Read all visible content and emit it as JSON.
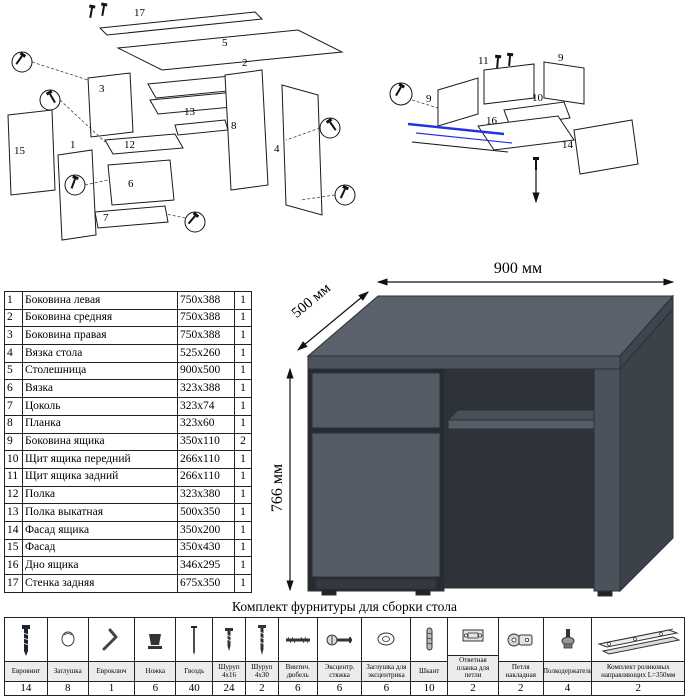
{
  "desk": {
    "width_label": "900 мм",
    "depth_label": "500 мм",
    "height_label": "766 мм",
    "colors": {
      "top": "#5a616b",
      "front": "#565c66",
      "side": "#3c424a",
      "interior": "#2e333a"
    }
  },
  "parts": {
    "rows": [
      {
        "num": "1",
        "name": "Боковина левая",
        "size": "750x388",
        "qty": "1"
      },
      {
        "num": "2",
        "name": "Боковина средняя",
        "size": "750x388",
        "qty": "1"
      },
      {
        "num": "3",
        "name": "Боковина правая",
        "size": "750x388",
        "qty": "1"
      },
      {
        "num": "4",
        "name": "Вязка стола",
        "size": "525x260",
        "qty": "1"
      },
      {
        "num": "5",
        "name": "Столешница",
        "size": "900x500",
        "qty": "1"
      },
      {
        "num": "6",
        "name": "Вязка",
        "size": "323x388",
        "qty": "1"
      },
      {
        "num": "7",
        "name": "Цоколь",
        "size": "323x74",
        "qty": "1"
      },
      {
        "num": "8",
        "name": "Планка",
        "size": "323x60",
        "qty": "1"
      },
      {
        "num": "9",
        "name": "Боковина ящика",
        "size": "350x110",
        "qty": "2"
      },
      {
        "num": "10",
        "name": "Щит ящика передний",
        "size": "266x110",
        "qty": "1"
      },
      {
        "num": "11",
        "name": "Щит ящика задний",
        "size": "266x110",
        "qty": "1"
      },
      {
        "num": "12",
        "name": "Полка",
        "size": "323x380",
        "qty": "1"
      },
      {
        "num": "13",
        "name": "Полка выкатная",
        "size": "500x350",
        "qty": "1"
      },
      {
        "num": "14",
        "name": "Фасад ящика",
        "size": "350x200",
        "qty": "1"
      },
      {
        "num": "15",
        "name": "Фасад",
        "size": "350x430",
        "qty": "1"
      },
      {
        "num": "16",
        "name": "Дно ящика",
        "size": "346x295",
        "qty": "1"
      },
      {
        "num": "17",
        "name": "Стенка задняя",
        "size": "675x350",
        "qty": "1"
      }
    ]
  },
  "diagram_left": {
    "labels": [
      "17",
      "5",
      "3",
      "13",
      "12",
      "6",
      "7",
      "15",
      "1",
      "2",
      "4",
      "8"
    ]
  },
  "diagram_right": {
    "labels": [
      "9",
      "11",
      "9",
      "10",
      "16",
      "14"
    ],
    "rail_color": "#2233dd"
  },
  "hardware": {
    "title": "Комплект фурнитуры для сборки стола",
    "items": [
      {
        "name": "Евровинт",
        "qty": "14",
        "icon": "confirmat-screw-icon"
      },
      {
        "name": "Заглушка",
        "qty": "8",
        "icon": "plug-icon"
      },
      {
        "name": "Евроключ",
        "qty": "1",
        "icon": "hex-key-icon"
      },
      {
        "name": "Ножка",
        "qty": "6",
        "icon": "leg-icon"
      },
      {
        "name": "Гвоздь",
        "qty": "40",
        "icon": "nail-icon"
      },
      {
        "name": "Шуруп 4x16",
        "qty": "24",
        "icon": "screw-short-icon"
      },
      {
        "name": "Шуруп 4x30",
        "qty": "2",
        "icon": "screw-long-icon"
      },
      {
        "name": "Винтич. дюбель",
        "qty": "6",
        "icon": "dowel-screw-icon"
      },
      {
        "name": "Эксцентр. стяжка",
        "qty": "6",
        "icon": "cam-bolt-icon"
      },
      {
        "name": "Заглушка для эксцентрика",
        "qty": "6",
        "icon": "cam-cover-icon"
      },
      {
        "name": "Шкант",
        "qty": "10",
        "icon": "wood-dowel-icon"
      },
      {
        "name": "Ответная планка для петли",
        "qty": "2",
        "icon": "hinge-plate-icon"
      },
      {
        "name": "Петля накладная",
        "qty": "2",
        "icon": "hinge-icon"
      },
      {
        "name": "Полкодержатель",
        "qty": "4",
        "icon": "shelf-support-icon"
      },
      {
        "name": "Комплект роликовых направляющих L=350мм",
        "qty": "2",
        "icon": "roller-guides-icon"
      }
    ]
  }
}
